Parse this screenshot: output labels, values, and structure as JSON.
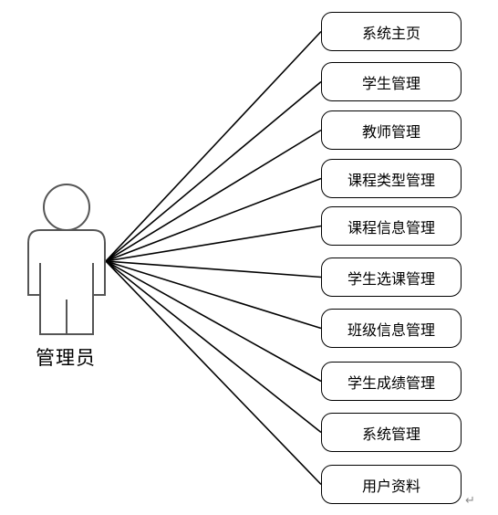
{
  "actor": {
    "label": "管理员",
    "icon": "person-icon"
  },
  "use_cases": [
    {
      "label": "系统主页"
    },
    {
      "label": "学生管理"
    },
    {
      "label": "教师管理"
    },
    {
      "label": "课程类型管理"
    },
    {
      "label": "课程信息管理"
    },
    {
      "label": "学生选课管理"
    },
    {
      "label": "班级信息管理"
    },
    {
      "label": "学生成绩管理"
    },
    {
      "label": "系统管理"
    },
    {
      "label": "用户资料"
    }
  ],
  "paragraph_mark": "↵"
}
